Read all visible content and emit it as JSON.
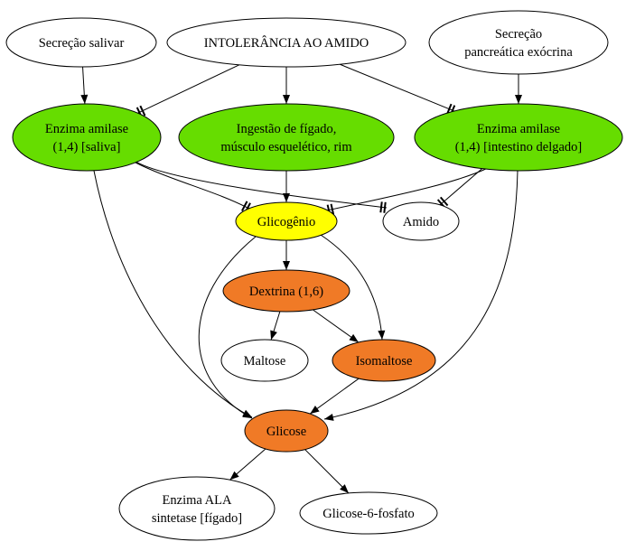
{
  "colors": {
    "green": "#66dd00",
    "yellow": "#ffff00",
    "orange": "#f07a26",
    "white": "#ffffff"
  },
  "nodes": {
    "secrecao_salivar": {
      "lines": [
        "Secreção salivar"
      ],
      "fill": "white"
    },
    "intolerancia": {
      "lines": [
        "INTOLERÂNCIA AO AMIDO"
      ],
      "fill": "white"
    },
    "secrecao_pancreatica": {
      "lines": [
        "Secreção",
        "pancreática exócrina"
      ],
      "fill": "white"
    },
    "amilase_saliva": {
      "lines": [
        "Enzima amilase",
        "(1,4) [saliva]"
      ],
      "fill": "green"
    },
    "ingestao": {
      "lines": [
        "Ingestão de fígado,",
        "músculo esquelético, rim"
      ],
      "fill": "green"
    },
    "amilase_intestino": {
      "lines": [
        "Enzima amilase",
        "(1,4) [intestino delgado]"
      ],
      "fill": "green"
    },
    "glicogenio": {
      "lines": [
        "Glicogênio"
      ],
      "fill": "yellow"
    },
    "amido": {
      "lines": [
        "Amido"
      ],
      "fill": "white"
    },
    "dextrina": {
      "lines": [
        "Dextrina (1,6)"
      ],
      "fill": "orange"
    },
    "maltose": {
      "lines": [
        "Maltose"
      ],
      "fill": "white"
    },
    "isomaltose": {
      "lines": [
        "Isomaltose"
      ],
      "fill": "orange"
    },
    "glicose": {
      "lines": [
        "Glicose"
      ],
      "fill": "orange"
    },
    "ala_sintetase": {
      "lines": [
        "Enzima ALA",
        "sintetase [fígado]"
      ],
      "fill": "white"
    },
    "glicose6p": {
      "lines": [
        "Glicose-6-fosfato"
      ],
      "fill": "white"
    }
  },
  "edges": [
    {
      "from": "secrecao_salivar",
      "to": "amilase_saliva",
      "type": "arrow"
    },
    {
      "from": "intolerancia",
      "to": "amilase_saliva",
      "type": "inhibit"
    },
    {
      "from": "intolerancia",
      "to": "ingestao",
      "type": "arrow"
    },
    {
      "from": "intolerancia",
      "to": "amilase_intestino",
      "type": "inhibit"
    },
    {
      "from": "secrecao_pancreatica",
      "to": "amilase_intestino",
      "type": "arrow"
    },
    {
      "from": "ingestao",
      "to": "glicogenio",
      "type": "arrow"
    },
    {
      "from": "amilase_saliva",
      "to": "glicogenio",
      "type": "inhibit"
    },
    {
      "from": "amilase_saliva",
      "to": "amido",
      "type": "inhibit"
    },
    {
      "from": "amilase_intestino",
      "to": "glicogenio",
      "type": "inhibit"
    },
    {
      "from": "amilase_intestino",
      "to": "amido",
      "type": "inhibit"
    },
    {
      "from": "amilase_saliva",
      "to": "glicose",
      "type": "arrow"
    },
    {
      "from": "amilase_intestino",
      "to": "glicose",
      "type": "arrow"
    },
    {
      "from": "glicogenio",
      "to": "dextrina",
      "type": "arrow"
    },
    {
      "from": "glicogenio",
      "to": "isomaltose",
      "type": "arrow"
    },
    {
      "from": "glicogenio",
      "to": "glicose",
      "type": "arrow"
    },
    {
      "from": "dextrina",
      "to": "maltose",
      "type": "arrow"
    },
    {
      "from": "dextrina",
      "to": "isomaltose",
      "type": "arrow"
    },
    {
      "from": "isomaltose",
      "to": "glicose",
      "type": "arrow"
    },
    {
      "from": "glicose",
      "to": "ala_sintetase",
      "type": "arrow"
    },
    {
      "from": "glicose",
      "to": "glicose6p",
      "type": "arrow"
    }
  ]
}
